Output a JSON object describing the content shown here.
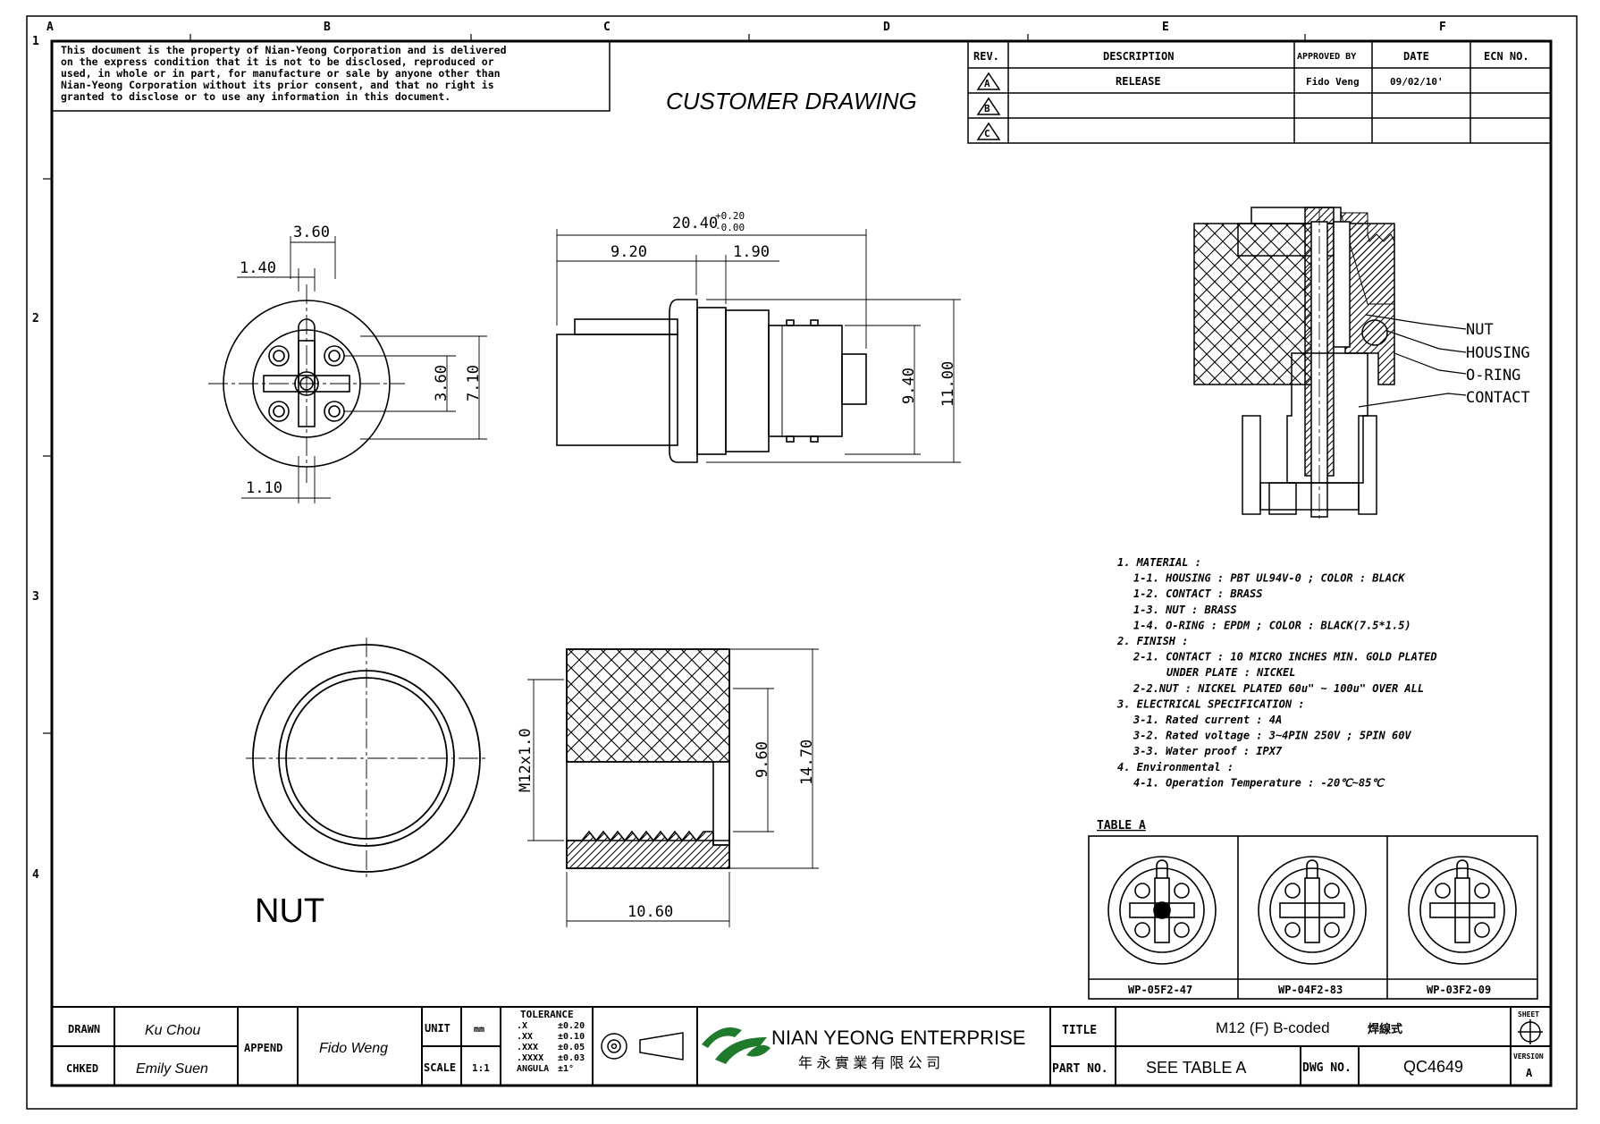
{
  "grid": {
    "cols": [
      "A",
      "B",
      "C",
      "D",
      "E",
      "F"
    ],
    "rows": [
      "1",
      "2",
      "3",
      "4"
    ]
  },
  "disclaimer": [
    "This document is the property of Nian-Yeong Corporation and is delivered",
    "on  the  express condition that it is not to be disclosed, reproduced or",
    "used, in whole or in part, for manufacture or sale by anyone other than",
    "Nian-Yeong Corporation without  its prior consent, and that  no right  is",
    "granted to disclose or to use any information in this  document."
  ],
  "drawing_title": "CUSTOMER  DRAWING",
  "revision_table": {
    "headers": [
      "REV.",
      "DESCRIPTION",
      "APPROVED BY",
      "DATE",
      "ECN NO."
    ],
    "rows": [
      {
        "rev": "A",
        "description": "RELEASE",
        "approved": "Fido Veng",
        "date": "09/02/10'",
        "ecn": ""
      },
      {
        "rev": "B",
        "description": "",
        "approved": "",
        "date": "",
        "ecn": ""
      },
      {
        "rev": "C",
        "description": "",
        "approved": "",
        "date": "",
        "ecn": ""
      }
    ]
  },
  "dimensions": {
    "front": {
      "d360": "3.60",
      "d140": "1.40",
      "d110": "1.10",
      "v360": "3.60",
      "v710": "7.10"
    },
    "side": {
      "total": "20.40",
      "tol_plus": "+0.20",
      "tol_minus": "-0.00",
      "d920": "9.20",
      "d190": "1.90",
      "d940": "9.40",
      "d1100": "11.00"
    },
    "nut": {
      "thread": "M12x1.0",
      "d960": "9.60",
      "d1470": "14.70",
      "d1060": "10.60"
    }
  },
  "nut_label": "NUT",
  "callouts": [
    "NUT",
    "HOUSING",
    "O-RING",
    "CONTACT"
  ],
  "notes": [
    {
      "text": "1. MATERIAL :",
      "indent": 0
    },
    {
      "text": "1-1. HOUSING : PBT UL94V-0 ; COLOR : BLACK",
      "indent": 1
    },
    {
      "text": "1-2. CONTACT : BRASS",
      "indent": 1
    },
    {
      "text": "1-3. NUT : BRASS",
      "indent": 1
    },
    {
      "text": "1-4. O-RING : EPDM ; COLOR : BLACK(7.5*1.5)",
      "indent": 1
    },
    {
      "text": "2. FINISH :",
      "indent": 0
    },
    {
      "text": "2-1. CONTACT : 10 MICRO INCHES MIN. GOLD PLATED",
      "indent": 1
    },
    {
      "text": "UNDER PLATE : NICKEL",
      "indent": 2
    },
    {
      "text": "2-2.NUT : NICKEL PLATED 60u\" ~ 100u\" OVER ALL",
      "indent": 1
    },
    {
      "text": "3. ELECTRICAL SPECIFICATION :",
      "indent": 0
    },
    {
      "text": "3-1. Rated current : 4A",
      "indent": 1
    },
    {
      "text": "3-2. Rated voltage : 3~4PIN 250V ; 5PIN 60V",
      "indent": 1
    },
    {
      "text": "3-3. Water proof : IPX7",
      "indent": 1
    },
    {
      "text": "4. Environmental :",
      "indent": 0
    },
    {
      "text": "4-1. Operation Temperature : -20℃~85℃",
      "indent": 1
    }
  ],
  "table_a": {
    "title": "TABLE A",
    "parts": [
      "WP-05F2-47",
      "WP-04F2-83",
      "WP-03F2-09"
    ]
  },
  "title_block": {
    "drawn_label": "DRAWN",
    "drawn": "Ku Chou",
    "checked_label": "CHKED",
    "checked": "Emily Suen",
    "append_label": "APPEND",
    "append": "Fido Weng",
    "unit_label": "UNIT",
    "unit": "mm",
    "scale_label": "SCALE",
    "scale": "1:1",
    "tolerance_title": "TOLERANCE",
    "tolerances": [
      {
        "k": ".X",
        "v": "±0.20"
      },
      {
        "k": ".XX",
        "v": "±0.10"
      },
      {
        "k": ".XXX",
        "v": "±0.05"
      },
      {
        "k": ".XXXX",
        "v": "±0.03"
      },
      {
        "k": "ANGULA",
        "v": "±1°"
      }
    ],
    "company": "NIAN YEONG ENTERPRISE",
    "company_cn": "年 永 實 業 有 限 公 司",
    "title_label": "TITLE",
    "title": "M12  (F)  B-coded",
    "title_cn": "焊線式",
    "part_label": "PART NO.",
    "part": "SEE  TABLE  A",
    "dwg_label": "DWG NO.",
    "dwg": "QC4649",
    "sheet_label": "SHEET",
    "version_label": "VERSION",
    "version": "A"
  }
}
